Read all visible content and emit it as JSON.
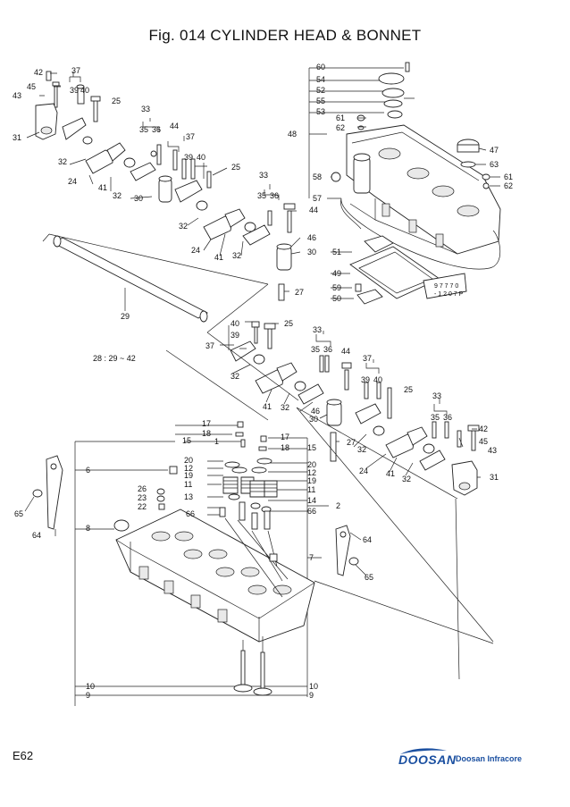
{
  "title": "Fig. 014 CYLINDER HEAD & BONNET",
  "page_number": "E62",
  "brand": {
    "logo_text": "DOOSAN",
    "company": "Doosan Infracore",
    "color": "#1a4fa0"
  },
  "note": "28 : 29 ~ 42",
  "callouts": {
    "c1": "42",
    "c2": "37",
    "c3": "45",
    "c4": "39",
    "c5": "40",
    "c6": "43",
    "c7": "25",
    "c8": "31",
    "c9": "33",
    "c10": "35",
    "c11": "36",
    "c12": "44",
    "c13": "32",
    "c14": "37",
    "c15": "39",
    "c16": "40",
    "c17": "25",
    "c18": "24",
    "c19": "41",
    "c20": "32",
    "c21": "30",
    "c22": "33",
    "c23": "35",
    "c24": "36",
    "c25": "44",
    "c26": "32",
    "c27": "46",
    "c28": "24",
    "c29": "41",
    "c30": "32",
    "c31": "30",
    "c32": "27",
    "c33": "29",
    "c34": "60",
    "c35": "54",
    "c36": "52",
    "c37": "55",
    "c38": "53",
    "c39": "61",
    "c40": "62",
    "c41": "48",
    "c42": "47",
    "c43": "63",
    "c44": "61",
    "c45": "62",
    "c46": "58",
    "c47": "57",
    "c48": "51",
    "c49": "49",
    "c50": "59",
    "c51": "50",
    "c52": "40",
    "c53": "25",
    "c54": "39",
    "c55": "37",
    "c56": "33",
    "c57": "35",
    "c58": "36",
    "c59": "44",
    "c60": "32",
    "c61": "37",
    "c62": "39",
    "c63": "40",
    "c64": "25",
    "c65": "46",
    "c66": "41",
    "c67": "32",
    "c68": "30",
    "c69": "33",
    "c70": "35",
    "c71": "36",
    "c72": "42",
    "c73": "27",
    "c74": "45",
    "c75": "43",
    "c76": "32",
    "c77": "24",
    "c78": "41",
    "c79": "32",
    "c80": "31",
    "c81": "17",
    "c82": "18",
    "c83": "15",
    "c84": "1",
    "c85": "17",
    "c86": "18",
    "c87": "15",
    "c88": "6",
    "c89": "20",
    "c90": "12",
    "c91": "19",
    "c92": "20",
    "c93": "12",
    "c94": "19",
    "c95": "11",
    "c96": "26",
    "c97": "13",
    "c98": "23",
    "c99": "22",
    "c100": "11",
    "c101": "14",
    "c102": "2",
    "c103": "66",
    "c104": "66",
    "c105": "65",
    "c106": "64",
    "c107": "8",
    "c108": "64",
    "c109": "7",
    "c110": "65",
    "c111": "10",
    "c112": "10",
    "c113": "9",
    "c114": "9"
  }
}
